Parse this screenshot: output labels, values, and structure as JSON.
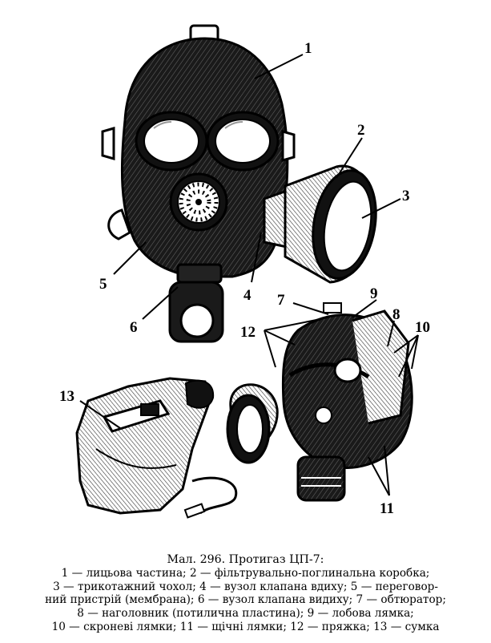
{
  "figure": {
    "callouts": [
      "1",
      "2",
      "3",
      "4",
      "5",
      "6",
      "7",
      "8",
      "9",
      "10",
      "11",
      "12",
      "13"
    ]
  },
  "caption": {
    "title": "Мал. 296. Протигаз ЦП-7:",
    "line1": "1 — лицьова частина; 2 — фільтрувально-поглинальна коробка;",
    "line2": "3 — трикотажний чохол; 4 — вузол клапана вдиху; 5 — переговор-",
    "line3": "ний пристрій (мембрана); 6 — вузол клапана видиху; 7 — обтюратор;",
    "line4": "8 — наголовник (потилична пластина); 9 — лобова лямка;",
    "line5": "10 — скроневі лямки; 11 — щічні лямки; 12 — пряжка; 13 — сумка"
  }
}
